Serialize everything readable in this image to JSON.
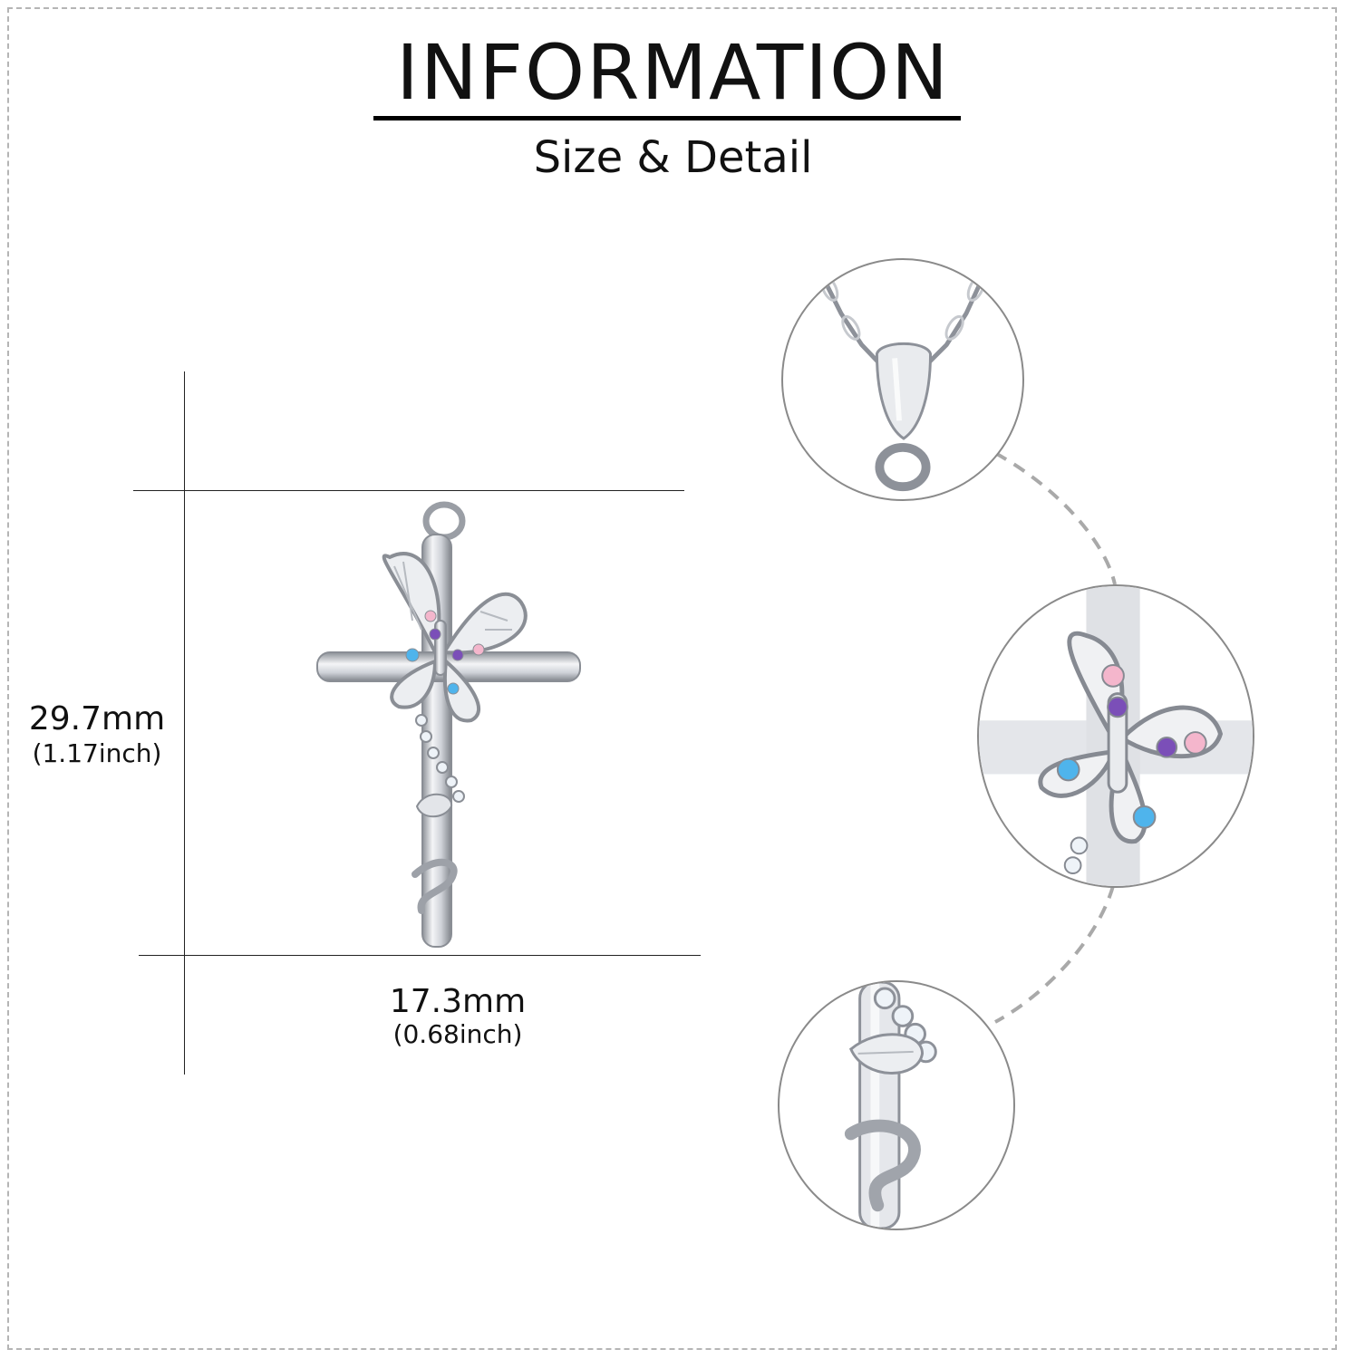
{
  "header": {
    "title": "INFORMATION",
    "subtitle": "Size & Detail"
  },
  "dimensions": {
    "height_mm": "29.7mm",
    "height_inch": "(1.17inch)",
    "width_mm": "17.3mm",
    "width_inch": "(0.68inch)"
  },
  "colors": {
    "silver": "#c9ccd2",
    "silver_dark": "#7d828b",
    "stone_pink": "#f4b6cc",
    "stone_purple": "#7b4fb8",
    "stone_blue": "#4fb4ec",
    "stone_clear": "#eef3f8"
  },
  "details": [
    {
      "icon": "bail-chain-detail"
    },
    {
      "icon": "butterfly-detail"
    },
    {
      "icon": "vine-wrap-detail"
    }
  ]
}
